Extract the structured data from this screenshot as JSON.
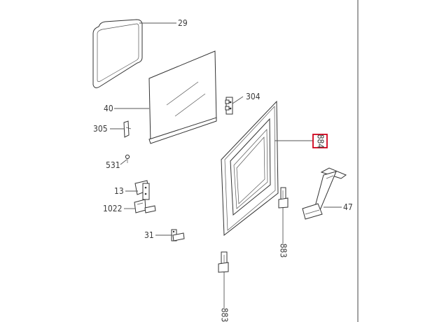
{
  "callouts": {
    "c29": "29",
    "c40": "40",
    "c304": "304",
    "c305": "305",
    "c884": "884",
    "c531": "531",
    "c13": "13",
    "c1022": "1022",
    "c47": "47",
    "c31": "31",
    "c883_right": "883",
    "c883_bottom": "883"
  },
  "highlight_color": "#d0021b"
}
